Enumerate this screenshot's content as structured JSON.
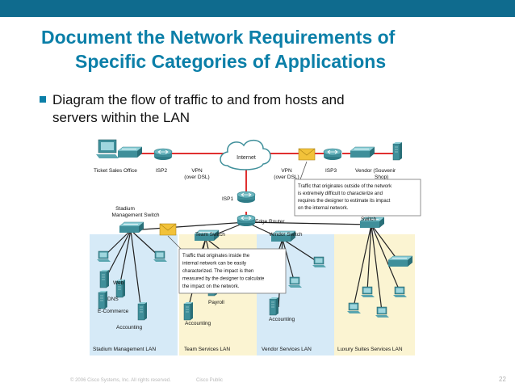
{
  "slide": {
    "title_line1": "Document the Network Requirements of",
    "title_line2": "Specific Categories of Applications",
    "bullet_line1": "Diagram the flow of traffic to and from hosts and",
    "bullet_line2": "servers within the LAN",
    "copyright": "© 2006 Cisco Systems, Inc. All rights reserved.",
    "classification": "Cisco Public",
    "page_number": "22"
  },
  "diagram": {
    "labels": {
      "ticket_sales": "Ticket Sales Office",
      "isp2": "ISP2",
      "vpn_left_1": "VPN",
      "vpn_left_2": "(over DSL)",
      "internet": "Internet",
      "vpn_right_1": "VPN",
      "vpn_right_2": "(over DSL)",
      "isp3": "ISP3",
      "vendor_1": "Vendor (Souvenir",
      "vendor_2": "Shop)",
      "isp1": "ISP1",
      "stadium_switch_1": "Stadium",
      "stadium_switch_2": "Management Switch",
      "edge_router": "Edge Router",
      "team_switch": "Team Switch",
      "vendor_switch": "Vendor Switch",
      "switch": "Switch",
      "web": "Web",
      "dns": "DNS",
      "ecommerce": "E-Commerce",
      "accounting_1": "Accounting",
      "payroll": "Payroll",
      "accounting_2": "Accounting",
      "accounting_3": "Accounting",
      "lan_stadium": "Stadium Management LAN",
      "lan_team": "Team Services LAN",
      "lan_vendor": "Vendor Services LAN",
      "lan_luxury": "Luxury Suites Services LAN"
    },
    "callout_outside": [
      "Traffic that originates outside of the network",
      "is extremely difficult to characterize and",
      "requires the designer to estimate its impact",
      "on the internal network."
    ],
    "callout_inside": [
      "Traffic that originates inside the",
      "internal network can be easily",
      "characterized. The impact is then",
      "measured by the designer to calculate",
      "the impact on the network."
    ],
    "colors": {
      "accent": "#0b7fa8",
      "lan_blue": "#d6eaf7",
      "lan_yellow": "#fbf4d2",
      "wan_link": "#e03030",
      "lan_link": "#222222",
      "device": "#3f8f9a",
      "envelope": "#f2c23a"
    }
  }
}
